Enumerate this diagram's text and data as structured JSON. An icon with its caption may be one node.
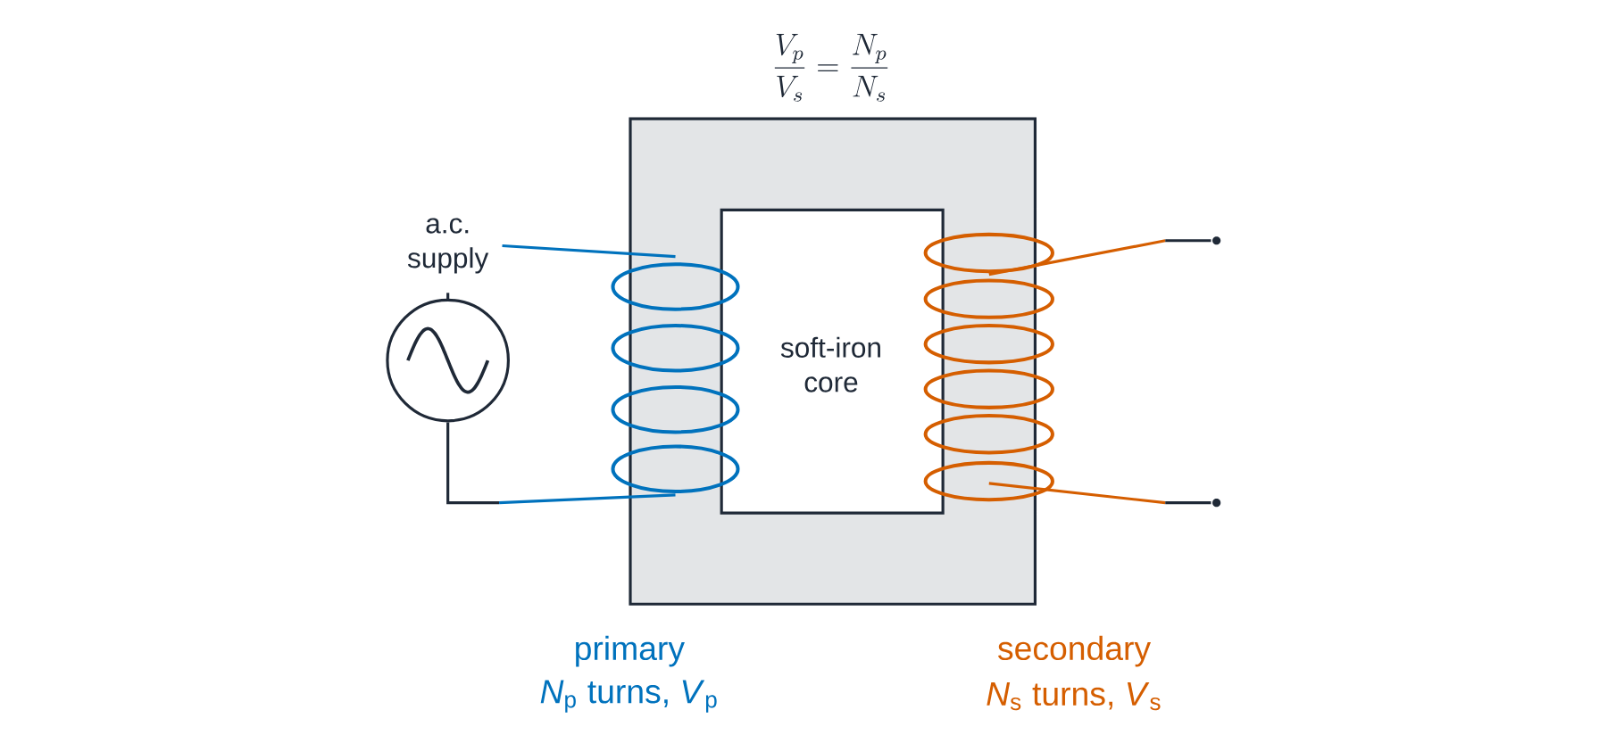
{
  "diagram": {
    "title": "\\frac{V_p}{V_s} = \\frac{N_p}{N_s}",
    "nodes": [
      {
        "text": [
          "a.c. supply"
        ]
      },
      {
        "text": [],
        "shape": "coil",
        "beside": [
          "primary",
          "*N*$_{p}$ turns, *V*$_{p}$"
        ]
      },
      {
        "text": [],
        "shape": "coil",
        "beside": [
          "secondary",
          "*N*$_{s}$ turns, *V*$_{s}$"
        ]
      },
      {
        "text": [],
        "shape": "circle"
      },
      {
        "text": [],
        "shape": "circle"
      }
    ],
    "edges": [
      {
        "from": 0,
        "to": 1,
        "arrow": "none",
        "color": "#0072bd"
      },
      {
        "from": 0,
        "to": 1,
        "arrow": "none",
        "color": "#0072bd"
      },
      {
        "from": 2,
        "to": 3,
        "arrow": "none",
        "color": "#d55e00"
      },
      {
        "from": 2,
        "to": 4,
        "arrow": "none",
        "color": "#d55e00"
      }
    ],
    "labels": [
      "soft-iron core"
    ]
  }
}
